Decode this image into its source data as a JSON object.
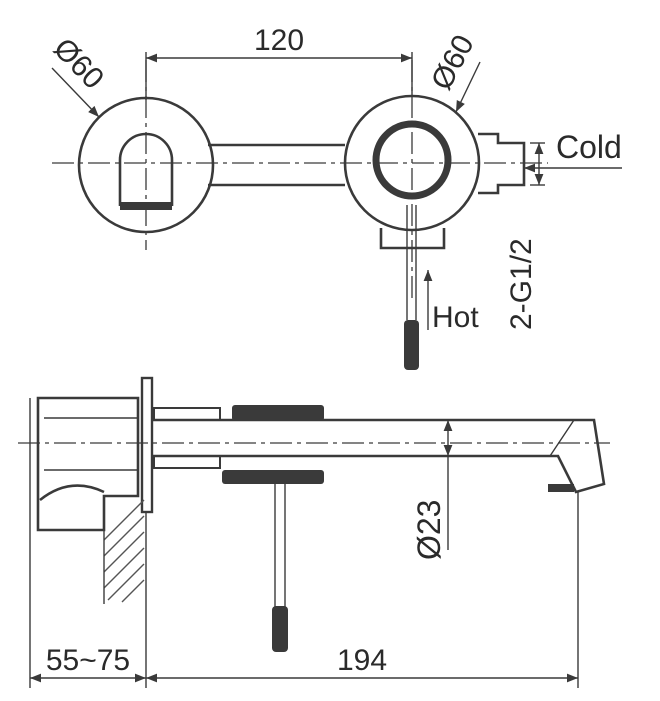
{
  "dimensions": {
    "top_spacing": "120",
    "left_diameter": "Ø60",
    "right_diameter": "Ø60",
    "cold_label": "Cold",
    "hot_label": "Hot",
    "thread_label": "2-G1/2",
    "spout_diameter": "Ø23",
    "wall_depth": "55~75",
    "spout_length": "194"
  }
}
